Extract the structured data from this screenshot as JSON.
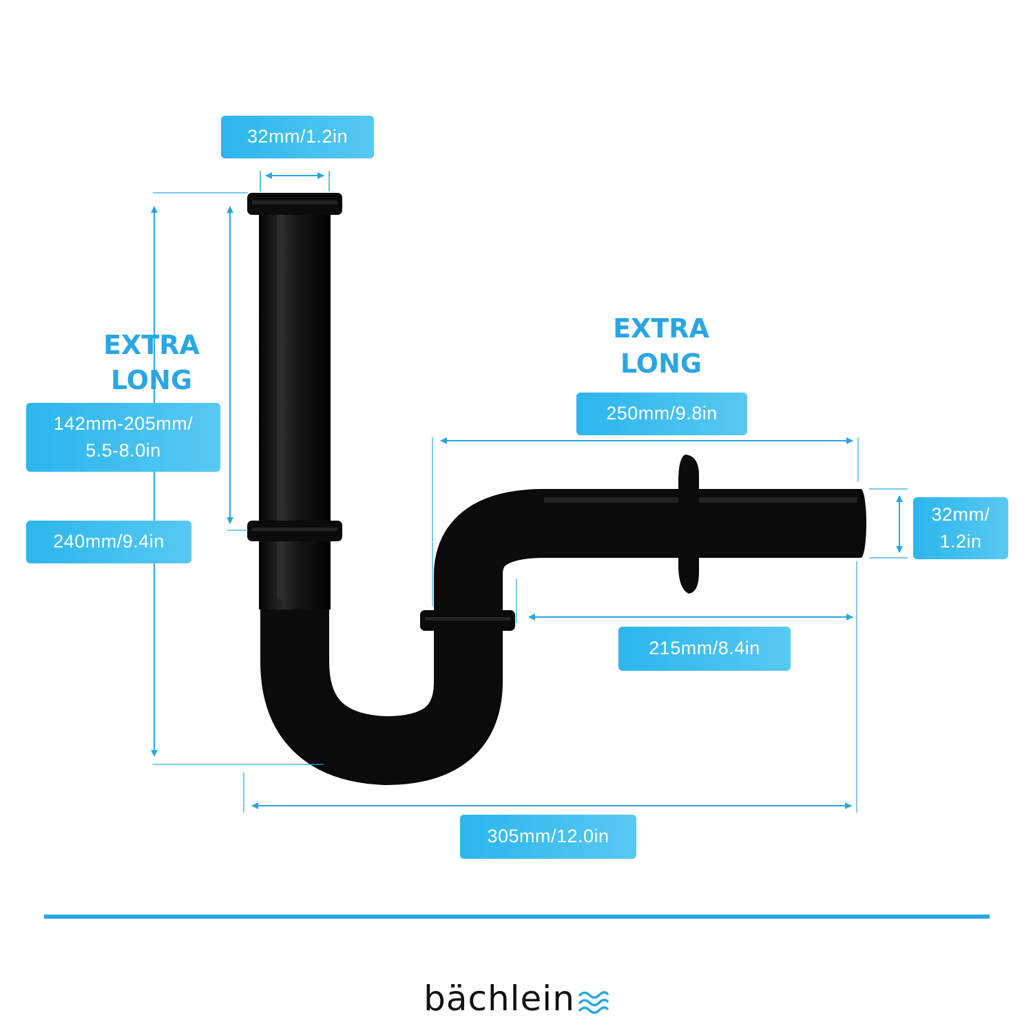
{
  "brand": {
    "name": "bächlein",
    "accent_color": "#29a6e3",
    "logo_icon": "waves-icon"
  },
  "highlights": {
    "vertical": [
      "EXTRA",
      "LONG"
    ],
    "horizontal": [
      "EXTRA",
      "LONG"
    ]
  },
  "dimensions": {
    "top_diameter": "32mm/1.2in",
    "adjustable_height_line1": "142mm-205mm/",
    "adjustable_height_line2": "5.5-8.0in",
    "total_height": "240mm/9.4in",
    "outlet_length": "250mm/9.8in",
    "outlet_diameter_line1": "32mm/",
    "outlet_diameter_line2": "1.2in",
    "outlet_depth": "215mm/8.4in",
    "total_width": "305mm/12.0in"
  },
  "colors": {
    "pipe": "#0b0b0b",
    "label_bg": "#2bb6ec",
    "label_text": "#ffffff",
    "dimension_line": "#29a6e3"
  }
}
